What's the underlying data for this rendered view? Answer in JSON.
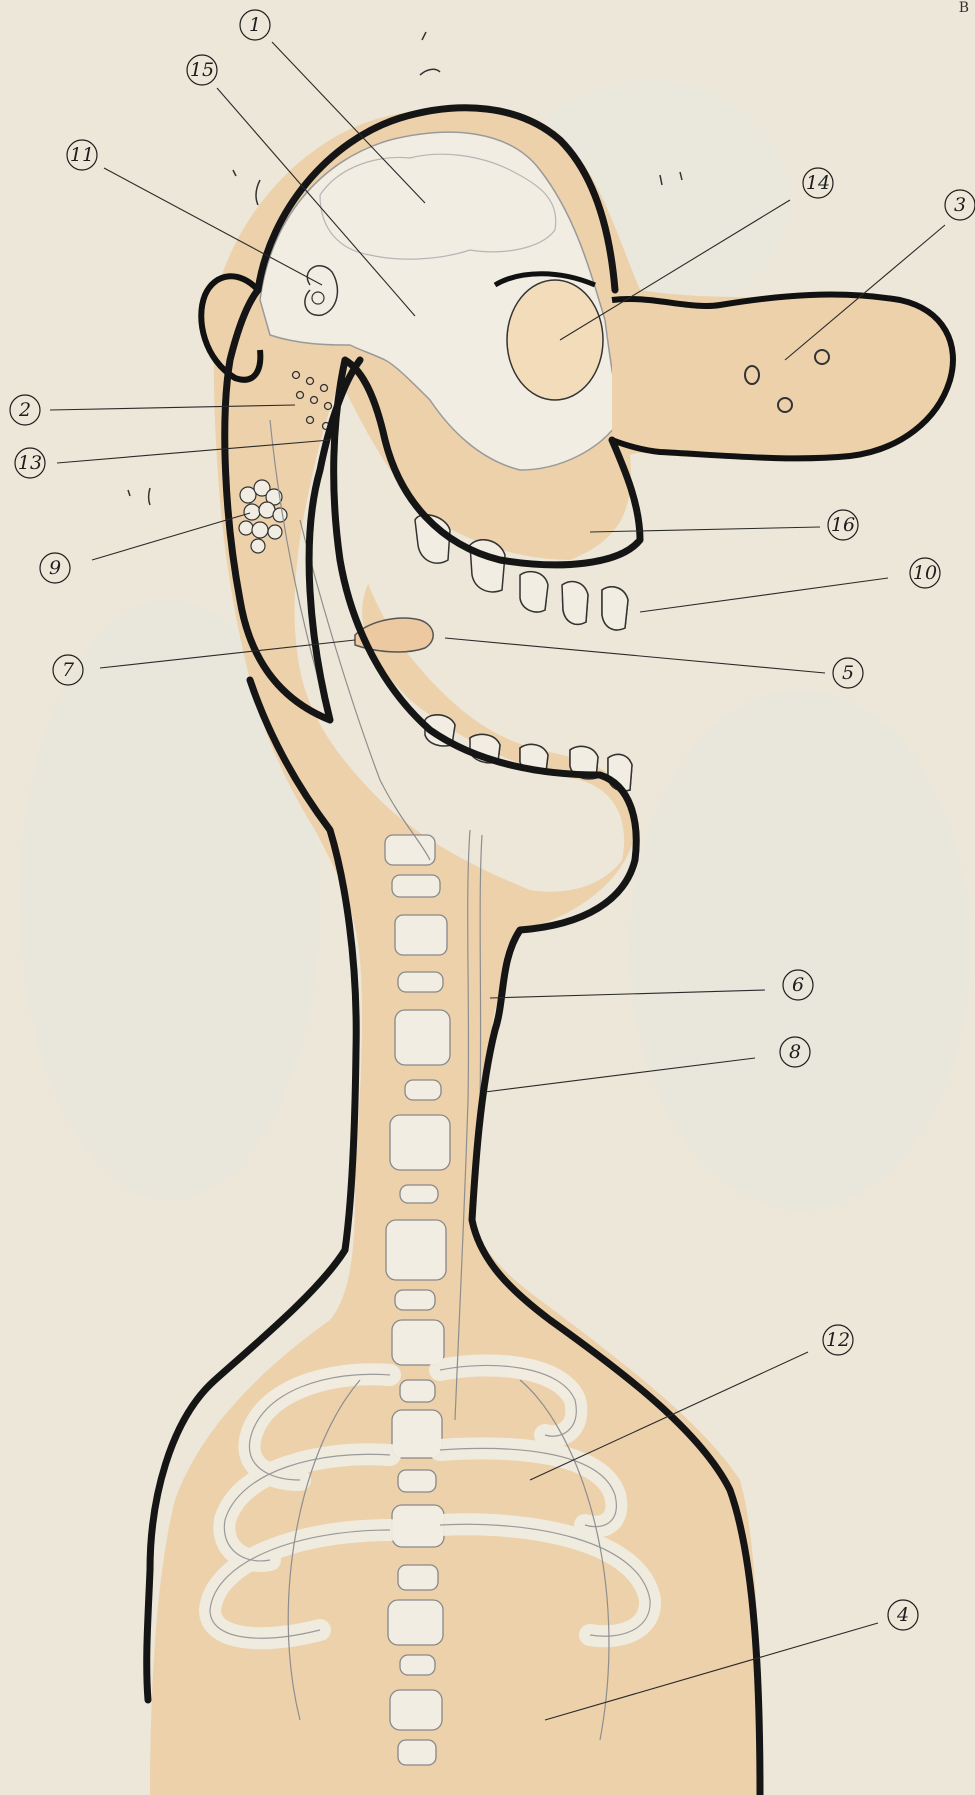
{
  "corner_mark": "B",
  "colors": {
    "paper": "#ece7d8",
    "flesh": "#ecd1ab",
    "flesh_dark": "#e2bf92",
    "bone": "#f1ede2",
    "ink": "#151515",
    "pencil": "#8e8e8e",
    "leader": "#2a2a2a"
  },
  "labels": [
    {
      "id": "l1",
      "text": "1"
    },
    {
      "id": "l15",
      "text": "15"
    },
    {
      "id": "l11",
      "text": "11"
    },
    {
      "id": "l14",
      "text": "14"
    },
    {
      "id": "l3",
      "text": "3"
    },
    {
      "id": "l2",
      "text": "2"
    },
    {
      "id": "l13",
      "text": "13"
    },
    {
      "id": "l9",
      "text": "9"
    },
    {
      "id": "l16",
      "text": "16"
    },
    {
      "id": "l10",
      "text": "10"
    },
    {
      "id": "l7",
      "text": "7"
    },
    {
      "id": "l5",
      "text": "5"
    },
    {
      "id": "l6",
      "text": "6"
    },
    {
      "id": "l8",
      "text": "8"
    },
    {
      "id": "l12",
      "text": "12"
    },
    {
      "id": "l4",
      "text": "4"
    }
  ]
}
